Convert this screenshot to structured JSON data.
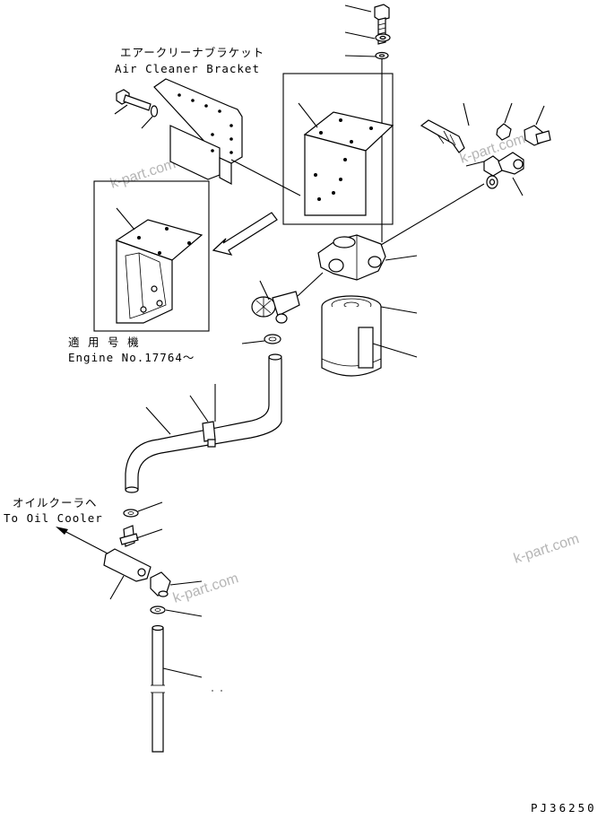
{
  "labels": {
    "bracket_jp": "エアークリーナブラケット",
    "bracket_en": "Air Cleaner Bracket",
    "engine_jp": "適 用 号 機",
    "engine_en": "Engine No.17764～",
    "cooler_jp": "オイルクーラヘ",
    "cooler_en": "To Oil Cooler",
    "code": "PJ36250"
  },
  "watermarks": [
    "k-part.com",
    "k-part.com",
    "k-part.com",
    "k-part.com"
  ]
}
